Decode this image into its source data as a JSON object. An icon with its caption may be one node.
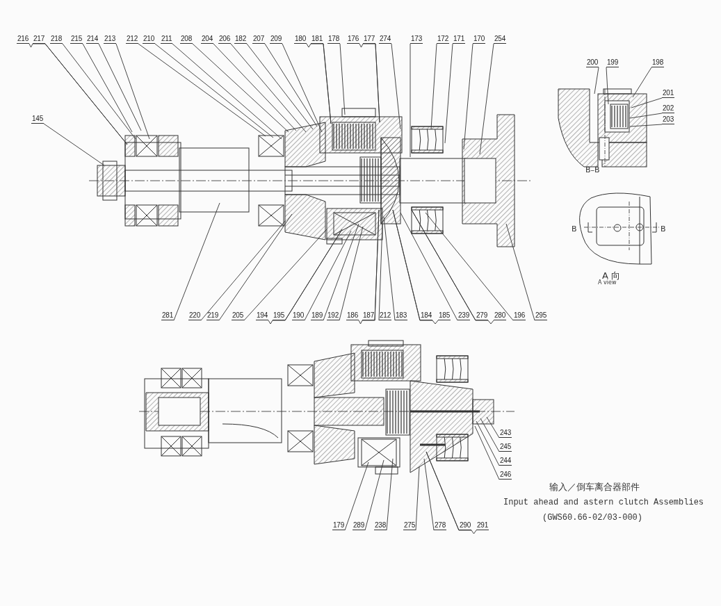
{
  "diagram": {
    "title": "输入／倒车离合器部件",
    "nodes": [
      {
        "text": [
          "216"
        ]
      },
      {
        "text": [
          "217"
        ]
      },
      {
        "text": [
          "218"
        ]
      },
      {
        "text": [
          "215"
        ]
      },
      {
        "text": [
          "214"
        ]
      },
      {
        "text": [
          "213"
        ]
      },
      {
        "text": [
          "212"
        ]
      },
      {
        "text": [
          "210"
        ]
      },
      {
        "text": [
          "211"
        ]
      },
      {
        "text": [
          "208"
        ]
      },
      {
        "text": [
          "204"
        ]
      },
      {
        "text": [
          "206"
        ]
      },
      {
        "text": [
          "182"
        ]
      },
      {
        "text": [
          "207"
        ]
      },
      {
        "text": [
          "209"
        ]
      },
      {
        "text": [
          "180"
        ]
      },
      {
        "text": [
          "181"
        ]
      },
      {
        "text": [
          "178"
        ]
      },
      {
        "text": [
          "176"
        ]
      },
      {
        "text": [
          "177"
        ]
      },
      {
        "text": [
          "274"
        ]
      },
      {
        "text": [
          "173"
        ]
      },
      {
        "text": [
          "172"
        ]
      },
      {
        "text": [
          "171"
        ]
      },
      {
        "text": [
          "170"
        ]
      },
      {
        "text": [
          "254"
        ]
      },
      {
        "text": [
          "145"
        ]
      },
      {
        "text": [
          "200"
        ]
      },
      {
        "text": [
          "199"
        ]
      },
      {
        "text": [
          "198"
        ]
      },
      {
        "text": [
          "201"
        ]
      },
      {
        "text": [
          "202"
        ]
      },
      {
        "text": [
          "203"
        ]
      },
      {
        "text": [
          "281"
        ]
      },
      {
        "text": [
          "220"
        ]
      },
      {
        "text": [
          "219"
        ]
      },
      {
        "text": [
          "205"
        ]
      },
      {
        "text": [
          "194"
        ]
      },
      {
        "text": [
          "195"
        ]
      },
      {
        "text": [
          "190"
        ]
      },
      {
        "text": [
          "189"
        ]
      },
      {
        "text": [
          "192"
        ]
      },
      {
        "text": [
          "186"
        ]
      },
      {
        "text": [
          "187"
        ]
      },
      {
        "text": [
          "212"
        ]
      },
      {
        "text": [
          "183"
        ]
      },
      {
        "text": [
          "184"
        ]
      },
      {
        "text": [
          "185"
        ]
      },
      {
        "text": [
          "239"
        ]
      },
      {
        "text": [
          "279"
        ]
      },
      {
        "text": [
          "280"
        ]
      },
      {
        "text": [
          "196"
        ]
      },
      {
        "text": [
          "295"
        ]
      },
      {
        "text": [
          "243"
        ]
      },
      {
        "text": [
          "245"
        ]
      },
      {
        "text": [
          "244"
        ]
      },
      {
        "text": [
          "246"
        ]
      },
      {
        "text": [
          "179"
        ]
      },
      {
        "text": [
          "289"
        ]
      },
      {
        "text": [
          "238"
        ]
      },
      {
        "text": [
          "275"
        ]
      },
      {
        "text": [
          "278"
        ]
      },
      {
        "text": [
          "290"
        ]
      },
      {
        "text": [
          "291"
        ]
      }
    ],
    "edges": [
      {
        "from": 0,
        "to": null,
        "arrow": "none"
      },
      {
        "from": 1,
        "to": null,
        "arrow": "none"
      },
      {
        "from": 2,
        "to": null,
        "arrow": "none"
      },
      {
        "from": 3,
        "to": null,
        "arrow": "none"
      },
      {
        "from": 4,
        "to": null,
        "arrow": "none"
      },
      {
        "from": 5,
        "to": null,
        "arrow": "none"
      },
      {
        "from": 6,
        "to": null,
        "arrow": "none"
      },
      {
        "from": 7,
        "to": null,
        "arrow": "none"
      },
      {
        "from": 8,
        "to": null,
        "arrow": "none"
      },
      {
        "from": 9,
        "to": null,
        "arrow": "none"
      },
      {
        "from": 10,
        "to": null,
        "arrow": "none"
      },
      {
        "from": 11,
        "to": null,
        "arrow": "none"
      },
      {
        "from": 12,
        "to": null,
        "arrow": "none"
      },
      {
        "from": 13,
        "to": null,
        "arrow": "none"
      },
      {
        "from": 14,
        "to": null,
        "arrow": "none"
      },
      {
        "from": 15,
        "to": null,
        "arrow": "none"
      },
      {
        "from": 16,
        "to": null,
        "arrow": "none"
      },
      {
        "from": 17,
        "to": null,
        "arrow": "none"
      },
      {
        "from": 18,
        "to": null,
        "arrow": "none"
      },
      {
        "from": 19,
        "to": null,
        "arrow": "none"
      },
      {
        "from": 20,
        "to": null,
        "arrow": "none"
      },
      {
        "from": 21,
        "to": null,
        "arrow": "none"
      },
      {
        "from": 22,
        "to": null,
        "arrow": "none"
      },
      {
        "from": 23,
        "to": null,
        "arrow": "none"
      },
      {
        "from": 24,
        "to": null,
        "arrow": "none"
      },
      {
        "from": 25,
        "to": null,
        "arrow": "none"
      },
      {
        "from": 26,
        "to": null,
        "arrow": "none"
      },
      {
        "from": 27,
        "to": null,
        "arrow": "none"
      },
      {
        "from": 28,
        "to": null,
        "arrow": "none"
      },
      {
        "from": 29,
        "to": null,
        "arrow": "none"
      },
      {
        "from": 30,
        "to": null,
        "arrow": "none"
      },
      {
        "from": 31,
        "to": null,
        "arrow": "none"
      },
      {
        "from": 32,
        "to": null,
        "arrow": "none"
      },
      {
        "from": 33,
        "to": null,
        "arrow": "none"
      },
      {
        "from": 34,
        "to": null,
        "arrow": "none"
      },
      {
        "from": 35,
        "to": null,
        "arrow": "none"
      },
      {
        "from": 36,
        "to": null,
        "arrow": "none"
      },
      {
        "from": 37,
        "to": null,
        "arrow": "none"
      },
      {
        "from": 38,
        "to": null,
        "arrow": "none"
      },
      {
        "from": 39,
        "to": null,
        "arrow": "none"
      },
      {
        "from": 40,
        "to": null,
        "arrow": "none"
      },
      {
        "from": 41,
        "to": null,
        "arrow": "none"
      },
      {
        "from": 42,
        "to": null,
        "arrow": "none"
      },
      {
        "from": 43,
        "to": null,
        "arrow": "none"
      },
      {
        "from": 44,
        "to": null,
        "arrow": "none"
      },
      {
        "from": 45,
        "to": null,
        "arrow": "none"
      },
      {
        "from": 46,
        "to": null,
        "arrow": "none"
      },
      {
        "from": 47,
        "to": null,
        "arrow": "none"
      },
      {
        "from": 48,
        "to": null,
        "arrow": "none"
      },
      {
        "from": 49,
        "to": null,
        "arrow": "none"
      },
      {
        "from": 50,
        "to": null,
        "arrow": "none"
      },
      {
        "from": 51,
        "to": null,
        "arrow": "none"
      },
      {
        "from": 52,
        "to": null,
        "arrow": "none"
      },
      {
        "from": 53,
        "to": null,
        "arrow": "none"
      },
      {
        "from": 54,
        "to": null,
        "arrow": "none"
      },
      {
        "from": 55,
        "to": null,
        "arrow": "none"
      },
      {
        "from": 56,
        "to": null,
        "arrow": "none"
      },
      {
        "from": 57,
        "to": null,
        "arrow": "none"
      },
      {
        "from": 58,
        "to": null,
        "arrow": "none"
      },
      {
        "from": 59,
        "to": null,
        "arrow": "none"
      },
      {
        "from": 60,
        "to": null,
        "arrow": "none"
      },
      {
        "from": 61,
        "to": null,
        "arrow": "none"
      },
      {
        "from": 62,
        "to": null,
        "arrow": "none"
      },
      {
        "from": 63,
        "to": null,
        "arrow": "none"
      }
    ],
    "labels": [
      "B–B",
      "B",
      "B",
      "A 向",
      "A view",
      "Input ahead and astern clutch Assemblies",
      "(GWS60.66-02/03-000)"
    ]
  }
}
